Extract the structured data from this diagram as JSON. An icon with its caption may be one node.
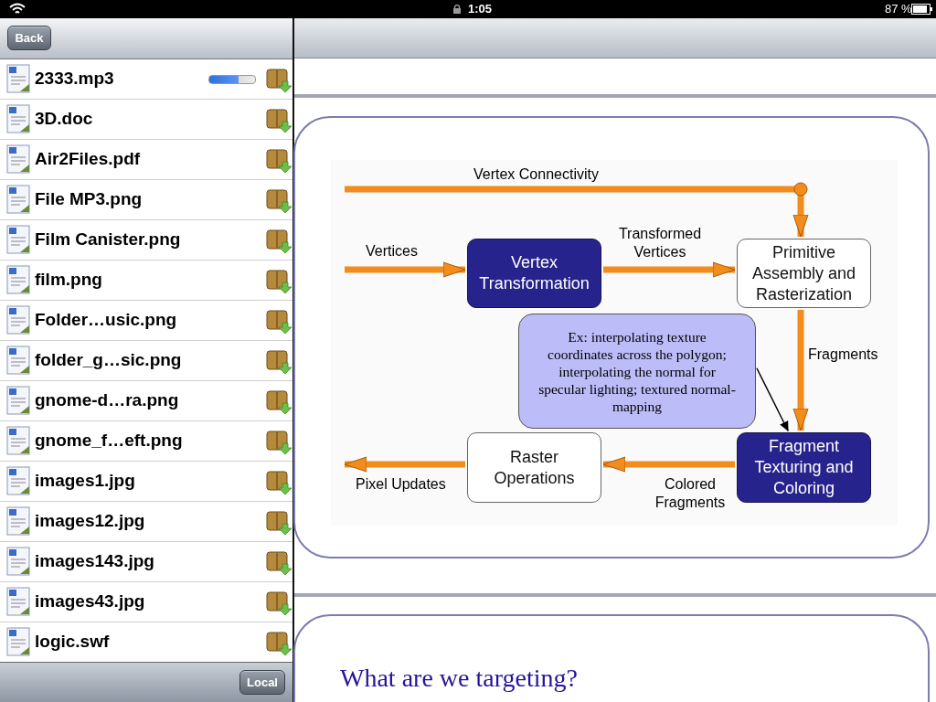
{
  "diagram": {
    "nodes": [
      {
        "text": [
          "Vertex Transformation"
        ]
      },
      {
        "text": [
          "Primitive Assembly and Rasterization"
        ]
      },
      {
        "text": [
          "Fragment Texturing and Coloring"
        ]
      },
      {
        "text": [
          "Raster Operations"
        ]
      },
      {
        "text": [
          "Ex: interpolating texture coordinates across the polygon; interpolating the normal for specular lighting; textured normal-mapping"
        ]
      }
    ],
    "edges": [
      {
        "from": null,
        "to": 1,
        "arrow": "to",
        "label": "Vertex Connectivity"
      },
      {
        "from": null,
        "to": 0,
        "arrow": "to",
        "label": "Vertices"
      },
      {
        "from": 0,
        "to": 1,
        "arrow": "to",
        "label": "Transformed Vertices"
      },
      {
        "from": 1,
        "to": 2,
        "arrow": "to",
        "label": "Fragments"
      },
      {
        "from": 2,
        "to": 3,
        "arrow": "to",
        "label": "Colored Fragments"
      },
      {
        "from": 3,
        "to": null,
        "arrow": "to",
        "label": "Pixel Updates"
      },
      {
        "from": 4,
        "to": 2,
        "arrow": "to",
        "color": "#000000"
      }
    ],
    "labels": [
      "1:05",
      "87 %",
      "Back",
      "2333.mp3",
      "3D.doc",
      "Air2Files.pdf",
      "File MP3.png",
      "Film Canister.png",
      "film.png",
      "Folder…usic.png",
      "folder_g…sic.png",
      "gnome-d…ra.png",
      "gnome_f…eft.png",
      "images1.jpg",
      "images12.jpg",
      "images143.jpg",
      "images43.jpg",
      "logic.swf",
      "Local",
      "What are we targeting?"
    ]
  }
}
